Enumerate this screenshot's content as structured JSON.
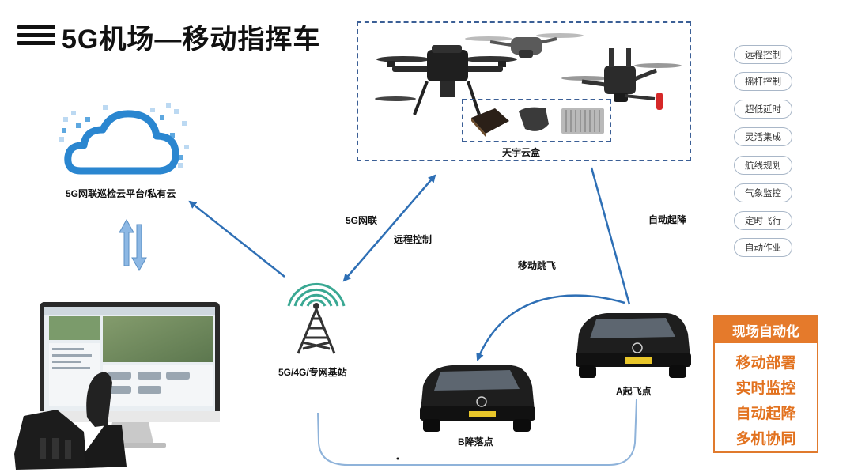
{
  "title": "5G机场—移动指挥车",
  "cloud_platform_label": "5G网联巡检云平台/私有云",
  "base_station_label": "5G/4G/专网基站",
  "edge_labels": {
    "network": "5G网联",
    "remote_control": "远程控制",
    "auto_takeoff_landing": "自动起降",
    "mobile_hop": "移动跳飞"
  },
  "cloud_box_label": "天宇云盒",
  "vehicles": {
    "a_label": "A起飞点",
    "b_label": "B降落点",
    "plate_color": "#e8c62a"
  },
  "features": [
    "远程控制",
    "摇杆控制",
    "超低延时",
    "灵活集成",
    "航线规划",
    "气象监控",
    "定时飞行",
    "自动作业"
  ],
  "automation_panel": {
    "header": "现场自动化",
    "items": [
      "移动部署",
      "实时监控",
      "自动起降",
      "多机协同"
    ]
  },
  "colors": {
    "accent_blue": "#2e6fb5",
    "dashed_border": "#3b5f96",
    "orange": "#e57a2b",
    "tower_green": "#3aa893",
    "cloud_blue": "#2a86d0"
  }
}
